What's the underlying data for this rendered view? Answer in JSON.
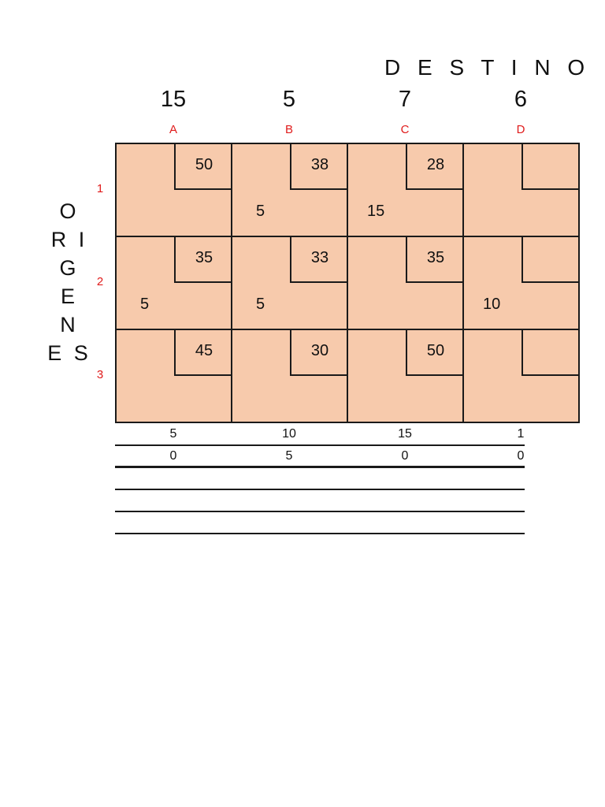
{
  "title": "D E S T I N O",
  "origins_label": [
    "O",
    "R I",
    "G",
    "E",
    "N",
    "E S"
  ],
  "columns": [
    {
      "letter": "A",
      "demand": "15"
    },
    {
      "letter": "B",
      "demand": "5"
    },
    {
      "letter": "C",
      "demand": "7"
    },
    {
      "letter": "D",
      "demand": "6"
    }
  ],
  "rows": [
    {
      "label": "1",
      "cells": [
        {
          "cost": "50",
          "alloc": ""
        },
        {
          "cost": "38",
          "alloc": "5"
        },
        {
          "cost": "28",
          "alloc": "15"
        },
        {
          "cost": "",
          "alloc": ""
        }
      ]
    },
    {
      "label": "2",
      "cells": [
        {
          "cost": "35",
          "alloc": "5"
        },
        {
          "cost": "33",
          "alloc": "5"
        },
        {
          "cost": "35",
          "alloc": ""
        },
        {
          "cost": "",
          "alloc": "10"
        }
      ]
    },
    {
      "label": "3",
      "cells": [
        {
          "cost": "45",
          "alloc": ""
        },
        {
          "cost": "30",
          "alloc": ""
        },
        {
          "cost": "50",
          "alloc": ""
        },
        {
          "cost": "",
          "alloc": ""
        }
      ]
    }
  ],
  "footer_rows": [
    [
      "5",
      "10",
      "15",
      "1"
    ],
    [
      "0",
      "5",
      "0",
      "0"
    ]
  ]
}
